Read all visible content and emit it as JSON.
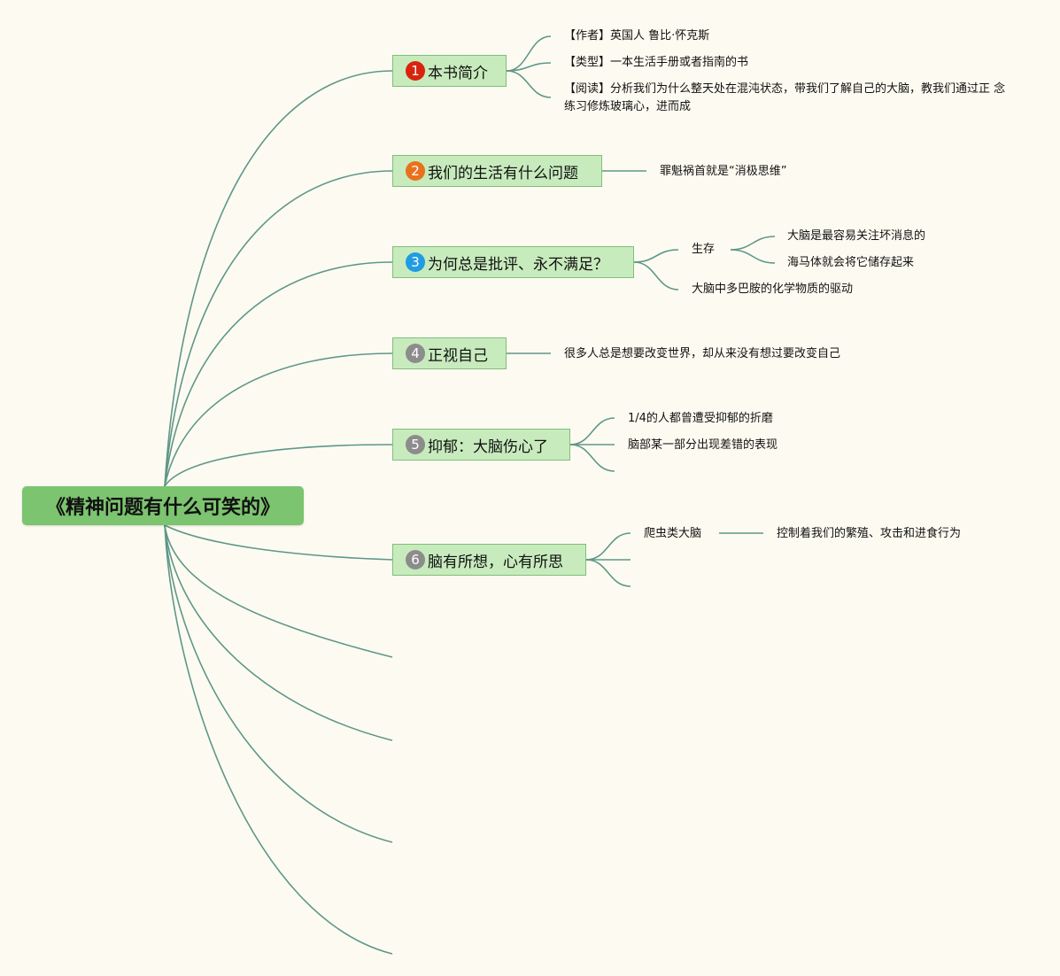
{
  "colors": {
    "background": "#fdfbf1",
    "root_fill": "#7cc46f",
    "topic_fill": "#c8ebbd",
    "topic_border": "#7fbf7a",
    "edge": "#5f978a",
    "num1": "#d8230f",
    "num2": "#e8721c",
    "num3": "#1f9ce3",
    "num_gray": "#8c8c8c"
  },
  "root": {
    "title": "《精神问题有什么可笑的》"
  },
  "topics": [
    {
      "number": "1",
      "label": "本书简介",
      "children": [
        {
          "text": "【作者】英国人 鲁比·怀克斯"
        },
        {
          "text": "【类型】一本生活手册或者指南的书"
        },
        {
          "text": "【阅读】分析我们为什么整天处在混沌状态，带我们了解自己的大脑，教我们通过正 念练习修炼玻璃心，进而成"
        }
      ]
    },
    {
      "number": "2",
      "label": "我们的生活有什么问题",
      "children": [
        {
          "text": "罪魁祸首就是“消极思维”"
        }
      ]
    },
    {
      "number": "3",
      "label": "为何总是批评、永不满足？",
      "children": [
        {
          "text": "生存",
          "children": [
            {
              "text": "大脑是最容易关注坏消息的"
            },
            {
              "text": "海马体就会将它储存起来"
            }
          ]
        },
        {
          "text": "大脑中多巴胺的化学物质的驱动"
        }
      ]
    },
    {
      "number": "4",
      "label": "正视自己",
      "children": [
        {
          "text": "很多人总是想要改变世界，却从来没有想过要改变自己"
        }
      ]
    },
    {
      "number": "5",
      "label": "抑郁：大脑伤心了",
      "children": [
        {
          "text": "1/4的人都曾遭受抑郁的折磨"
        },
        {
          "text": "脑部某一部分出现差错的表现"
        },
        {
          "text": ""
        }
      ]
    },
    {
      "number": "6",
      "label": "脑有所想，心有所思",
      "children": [
        {
          "text": "爬虫类大脑",
          "children": [
            {
              "text": "控制着我们的繁殖、攻击和进食行为"
            }
          ]
        },
        {
          "text": ""
        },
        {
          "text": ""
        }
      ]
    }
  ]
}
